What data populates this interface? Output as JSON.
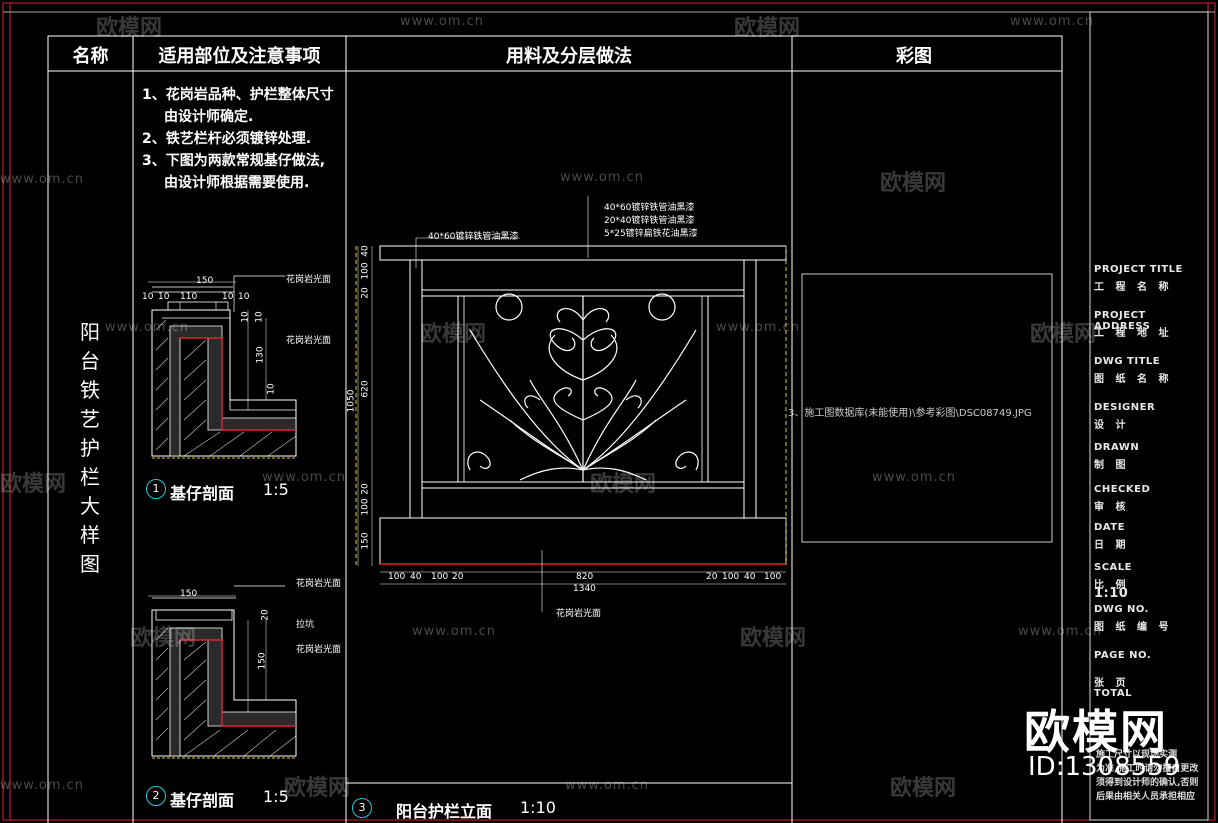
{
  "header": {
    "col_name": "名称",
    "col_usage": "适用部位及注意事项",
    "col_material": "用料及分层做法",
    "col_color": "彩图"
  },
  "item_title": "阳台铁艺护栏大样图",
  "notes": [
    "1、花岗岩品种、护栏整体尺寸",
    "由设计师确定.",
    "2、铁艺栏杆必须镀锌处理.",
    "3、下图为两款常规基仔做法,",
    "由设计师根据需要使用."
  ],
  "section1": {
    "number": "1",
    "title": "基仔剖面",
    "scale": "1:5",
    "dim_top": "150",
    "dim_parts": [
      "10",
      "10",
      "110",
      "10",
      "10"
    ],
    "label_a": "花岗岩光面",
    "label_b": "花岗岩光面",
    "dim_side": [
      "10",
      "10",
      "130",
      "10"
    ]
  },
  "section2": {
    "number": "2",
    "title": "基仔剖面",
    "scale": "1:5",
    "dim_top": "150",
    "label_a": "花岗岩光面",
    "label_b": "拉坑",
    "label_c": "花岗岩光面",
    "dim_side": [
      "20",
      "150"
    ]
  },
  "elevation": {
    "number": "3",
    "title": "阳台护栏立面",
    "scale": "1:10",
    "labels": [
      "40*60镀锌铁管油黑漆",
      "20*40镀锌铁管油黑漆",
      "5*25镀锌扁铁花油黑漆"
    ],
    "top_label": "40*60镀锌铁管油黑漆",
    "bottom_label": "花岗岩光面",
    "dims_left": [
      "40",
      "100",
      "20",
      "620",
      "20",
      "100",
      "150"
    ],
    "dim_total_height": "1050",
    "dims_bottom": [
      "100",
      "40",
      "100",
      "20",
      "820",
      "20",
      "100",
      "40",
      "100"
    ],
    "dim_total_width": "1340"
  },
  "photo_ref": "3、施工图数据库(未能使用)\\参考彩图\\DSC08749.JPG",
  "title_block": {
    "rows": [
      {
        "en": "PROJECT TITLE",
        "cn": "工 程 名 称"
      },
      {
        "en": "PROJECT ADDRESS",
        "cn": "工 程 地 址"
      },
      {
        "en": "DWG TITLE",
        "cn": "图 纸 名 称"
      },
      {
        "en": "DESIGNER",
        "cn": "设 计"
      },
      {
        "en": "DRAWN",
        "cn": "制 图"
      },
      {
        "en": "CHECKED",
        "cn": "审 核"
      },
      {
        "en": "DATE",
        "cn": "日 期"
      },
      {
        "en": "SCALE",
        "cn": "比 例"
      },
      {
        "en": "DWG NO.",
        "cn": "图 纸 编 号"
      },
      {
        "en": "PAGE NO.",
        "cn": "张 页"
      },
      {
        "en": "TOTAL",
        "cn": ""
      }
    ],
    "scale_value": "1:10",
    "footnote": [
      "施工尺寸以现场实测",
      "为准,施工时请勿擅自更改",
      "须得到设计师的确认,否则",
      "后果由相关人员承担相应"
    ]
  },
  "watermark": {
    "brand": "欧模网",
    "url": "www.om.cn",
    "big_brand": "欧模网",
    "id_text": "ID:1308559"
  },
  "colors": {
    "background": "#000000",
    "line": "#ffffff",
    "accent_red": "#e0212e",
    "accent_yellow": "#d8c830",
    "accent_cyan": "#29c8d8"
  }
}
